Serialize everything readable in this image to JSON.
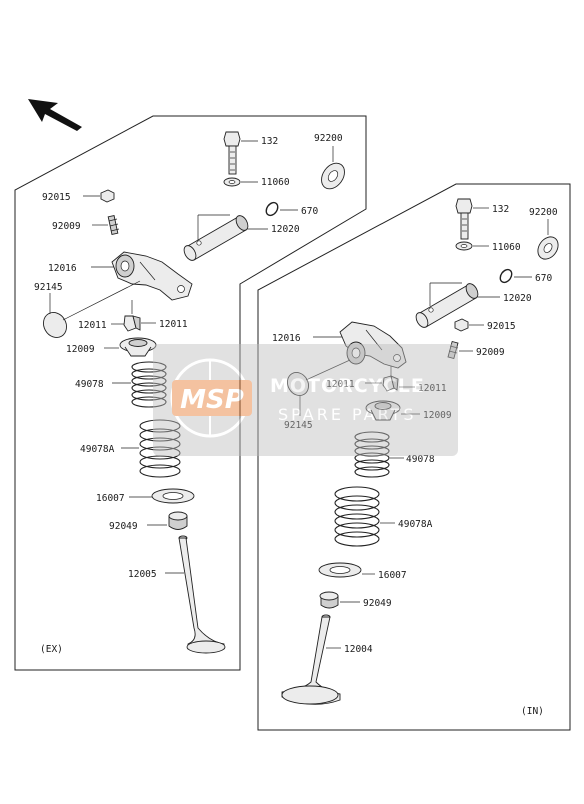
{
  "direction_arrow": "front-arrow-icon",
  "exhaust": {
    "tag": "(EX)",
    "labels": {
      "bolt": "132",
      "washer_large": "92200",
      "washer_small": "11060",
      "oring": "670",
      "shaft": "12020",
      "nut": "92015",
      "screw": "92009",
      "rocker_arm": "12016",
      "shim": "92145",
      "cotter_left": "12011",
      "cotter_right": "12011",
      "retainer": "12009",
      "spring_inner": "49078",
      "spring_outer": "49078A",
      "seat": "16007",
      "seal": "92049",
      "valve": "12005"
    }
  },
  "intake": {
    "tag": "(IN)",
    "labels": {
      "bolt": "132",
      "washer_large": "92200",
      "washer_small": "11060",
      "oring": "670",
      "shaft": "12020",
      "nut": "92015",
      "rocker_arm": "12016",
      "screw": "92009",
      "cotter_left": "12011",
      "cotter_right": "12011",
      "shim": "92145",
      "retainer": "12009",
      "spring_inner": "49078",
      "spring_outer": "49078A",
      "seat": "16007",
      "seal": "92049",
      "valve": "12004"
    }
  },
  "watermark": {
    "logo": "MSP",
    "line1": "MOTORCYCLE",
    "line2": "SPARE PARTS",
    "color": "#e8792e"
  }
}
